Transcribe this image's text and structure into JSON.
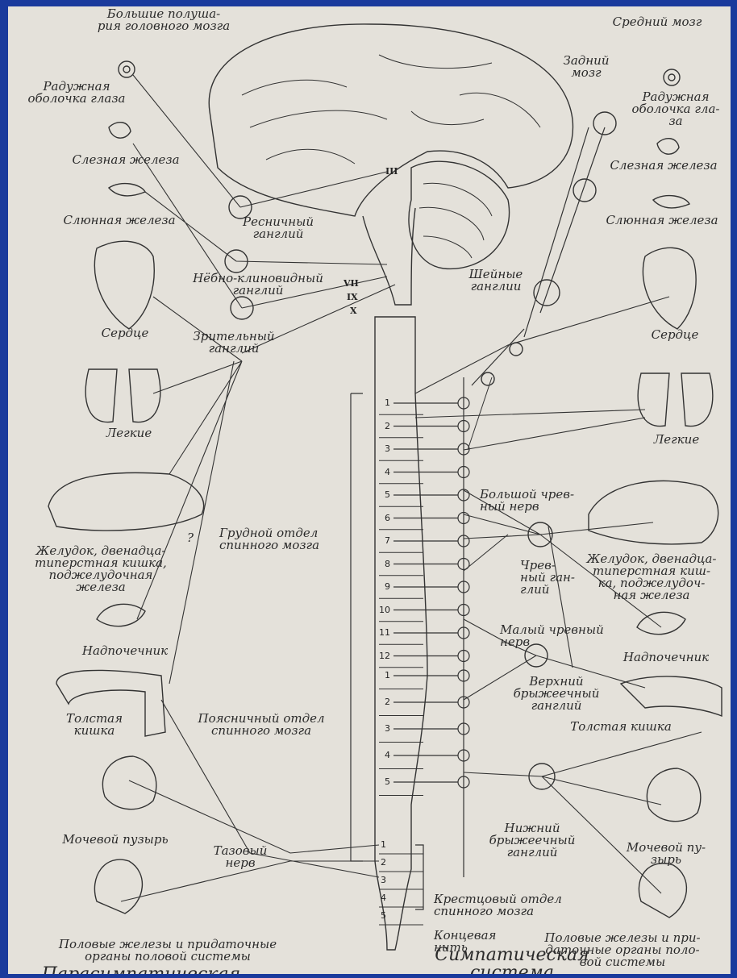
{
  "labels": {
    "hemispheres": "Большие полуша-\nрия головного мозга",
    "midbrain": "Средний мозг",
    "hindbrain": "Задний\nмозг",
    "iris_left": "Радужная\nоболочка глаза",
    "iris_right": "Радужная\nоболочка гла-\nза",
    "lacrimal_left": "Слезная железа",
    "lacrimal_right": "Слезная железа",
    "salivary_left": "Слюнная железа",
    "salivary_right": "Слюнная железа",
    "ciliary": "Ресничный\nганглий",
    "pterygopalatine": "Нёбно-клиновидный\nганглий",
    "cervical_ganglia": "Шейные\nганглии",
    "heart_left": "Сердце",
    "heart_right": "Сердце",
    "optic_ganglion": "Зрительный\nганглий",
    "lungs_left": "Легкие",
    "lungs_right": "Легкие",
    "greater_splanchnic": "Большой чрев-\nный нерв",
    "thoracic": "Грудной отдел\nспинного мозга",
    "stomach_left": "Желудок, двенадца-\nтиперстная кишка,\nподжелудочная\nжелеза",
    "celiac": "Чрев-\nный ган-\nглий",
    "stomach_right": "Желудок, двенадца-\nтиперстная киш-\nка, поджелудоч-\nная железа",
    "question": "?",
    "lesser_splanchnic": "Малый чревный\nнерв",
    "adrenal_left": "Надпочечник",
    "adrenal_right": "Надпочечник",
    "superior_mesenteric": "Верхний\nбрыжеечный\nганглий",
    "colon_left": "Толстая\nкишка",
    "lumbar": "Поясничный отдел\nспинного мозга",
    "colon_right": "Толстая кишка",
    "inferior_mesenteric": "Нижний\nбрыжеечный\nганглий",
    "bladder_left": "Мочевой пузырь",
    "pelvic_nerve": "Тазовый\nнерв",
    "bladder_right": "Мочевой пу-\nзырь",
    "sacral": "Крестцовый отдел\nспинного мозга",
    "filum": "Концевая\nнить",
    "genitals_left": "Половые железы и придаточные\nорганы половой системы",
    "genitals_right": "Половые железы и при-\nдаточные органы поло-\nвой системы",
    "parasympathetic": "Парасимпатическая\nсистема",
    "sympathetic": "Симпатическая\nсистема"
  },
  "cranial_nerves": [
    "III",
    "VII",
    "IX",
    "X"
  ],
  "thoracic_segments": [
    "1",
    "2",
    "3",
    "4",
    "5",
    "6",
    "7",
    "8",
    "9",
    "10",
    "11",
    "12"
  ],
  "lumbar_segments": [
    "1",
    "2",
    "3",
    "4",
    "5"
  ],
  "sacral_segments": [
    "1",
    "2",
    "3",
    "4",
    "5"
  ],
  "colors": {
    "background": "#1a3a9c",
    "paper": "#e4e1da",
    "ink": "#2a2a2a"
  }
}
